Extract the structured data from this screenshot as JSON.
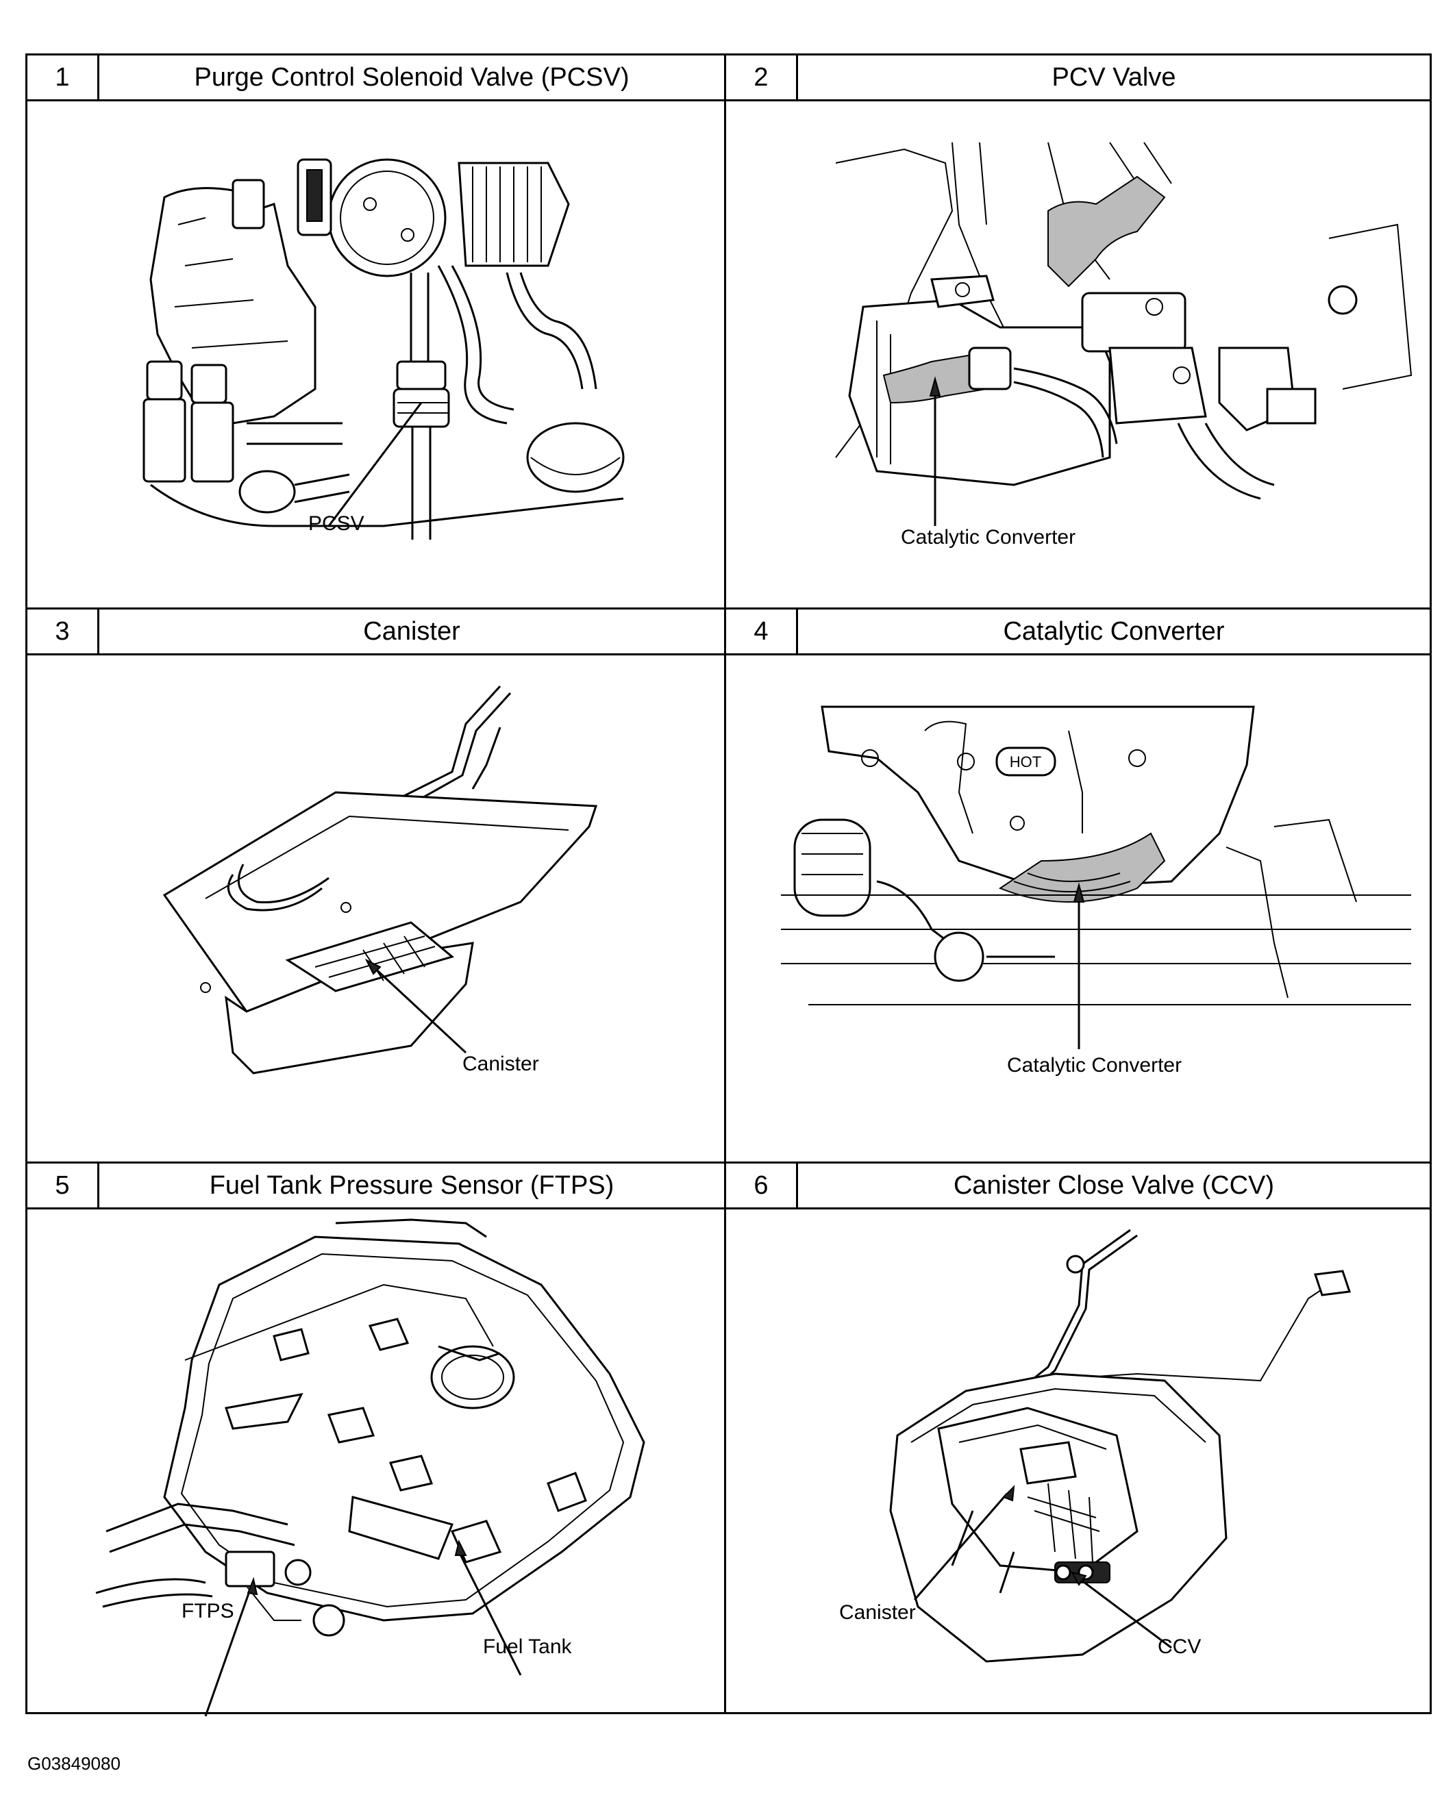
{
  "panels": [
    {
      "number": "1",
      "title": "Purge Control Solenoid Valve (PCSV)",
      "callouts": [
        "PCSV"
      ]
    },
    {
      "number": "2",
      "title": "PCV  Valve",
      "callouts": [
        "Catalytic Converter"
      ]
    },
    {
      "number": "3",
      "title": "Canister",
      "callouts": [
        "Canister"
      ]
    },
    {
      "number": "4",
      "title": "Catalytic  Converter",
      "callouts": [
        "Catalytic Converter"
      ]
    },
    {
      "number": "5",
      "title": "Fuel Tank Pressure Sensor (FTPS)",
      "callouts": [
        "FTPS",
        "Fuel Tank"
      ]
    },
    {
      "number": "6",
      "title": "Canister Close Valve (CCV)",
      "callouts": [
        "Canister",
        "CCV"
      ]
    }
  ],
  "hot_label": "HOT",
  "figure_id": "G03849080"
}
